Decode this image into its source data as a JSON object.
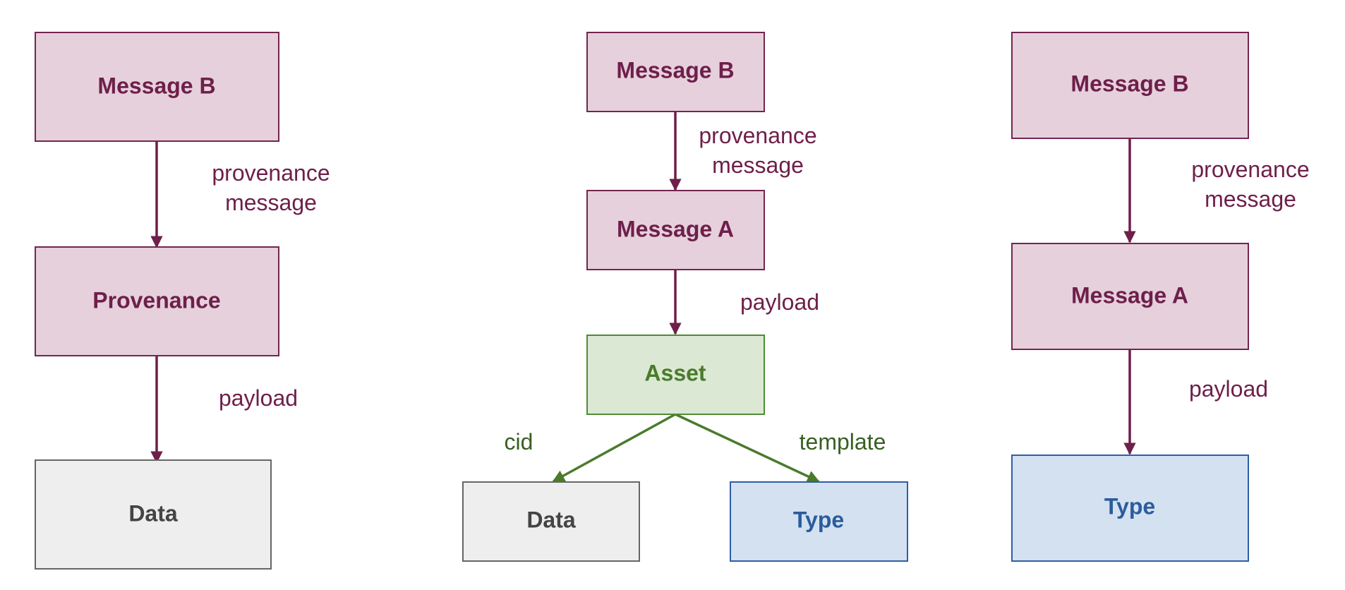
{
  "colors": {
    "message_fill": "#e6d0dc",
    "message_stroke": "#72264f",
    "message_text": "#6e1f4a",
    "edge_purple": "#6e1f4a",
    "asset_fill": "#dbe9d4",
    "asset_stroke": "#4f8b33",
    "asset_text": "#4a7b2c",
    "edge_green": "#4a7b2c",
    "edge_label_green": "#375f22",
    "data_fill": "#eeeeee",
    "data_stroke": "#666666",
    "data_text": "#444444",
    "type_fill": "#d4e1f1",
    "type_stroke": "#2f5ea3",
    "type_text": "#2b5c9c"
  },
  "diagram1": {
    "message_b": "Message B",
    "provenance": "Provenance",
    "data": "Data",
    "edge_provenance_line1": "provenance",
    "edge_provenance_line2": "message",
    "edge_payload": "payload"
  },
  "diagram2": {
    "message_b": "Message B",
    "message_a": "Message A",
    "asset": "Asset",
    "data": "Data",
    "type": "Type",
    "edge_provenance_line1": "provenance",
    "edge_provenance_line2": "message",
    "edge_payload": "payload",
    "edge_cid": "cid",
    "edge_template": "template"
  },
  "diagram3": {
    "message_b": "Message B",
    "message_a": "Message A",
    "type": "Type",
    "edge_provenance_line1": "provenance",
    "edge_provenance_line2": "message",
    "edge_payload": "payload"
  }
}
